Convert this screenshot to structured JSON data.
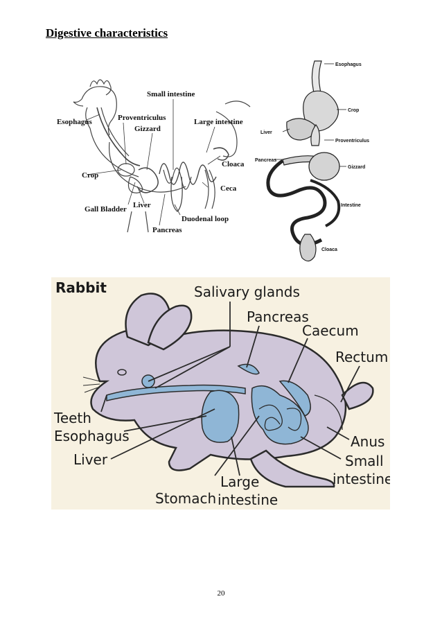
{
  "heading": "Digestive characteristics",
  "page_number": "20",
  "chicken_diagram": {
    "labels": {
      "small_intestine": "Small intestine",
      "esophagus": "Esophagus",
      "proventriculus": "Proventriculus",
      "gizzard": "Gizzard",
      "large_intestine": "Large intestine",
      "crop": "Crop",
      "cloaca": "Cloaca",
      "ceca": "Ceca",
      "gall_bladder": "Gall Bladder",
      "liver": "Liver",
      "duodenal_loop": "Duodenal loop",
      "pancreas": "Pancreas"
    }
  },
  "bird_tract_diagram": {
    "labels": {
      "esophagus": "Esophagus",
      "crop": "Crop",
      "liver": "Liver",
      "proventriculus": "Proventriculus",
      "pancreas": "Pancreas",
      "gizzard": "Gizzard",
      "intestine": "Intestine",
      "cloaca": "Cloaca"
    }
  },
  "rabbit_diagram": {
    "colors": {
      "background": "#f7f1e1",
      "body": "#cfc6d9",
      "organs": "#8fb6d6",
      "outline": "#2b2b2b"
    },
    "labels": {
      "title": "Rabbit",
      "salivary_glands": "Salivary glands",
      "pancreas": "Pancreas",
      "caecum": "Caecum",
      "rectum": "Rectum",
      "teeth": "Teeth",
      "esophagus": "Esophagus",
      "liver": "Liver",
      "anus": "Anus",
      "small": "Small",
      "intestine": "intestine",
      "large": "Large",
      "large_intestine": "intestine",
      "stomach": "Stomach"
    }
  }
}
